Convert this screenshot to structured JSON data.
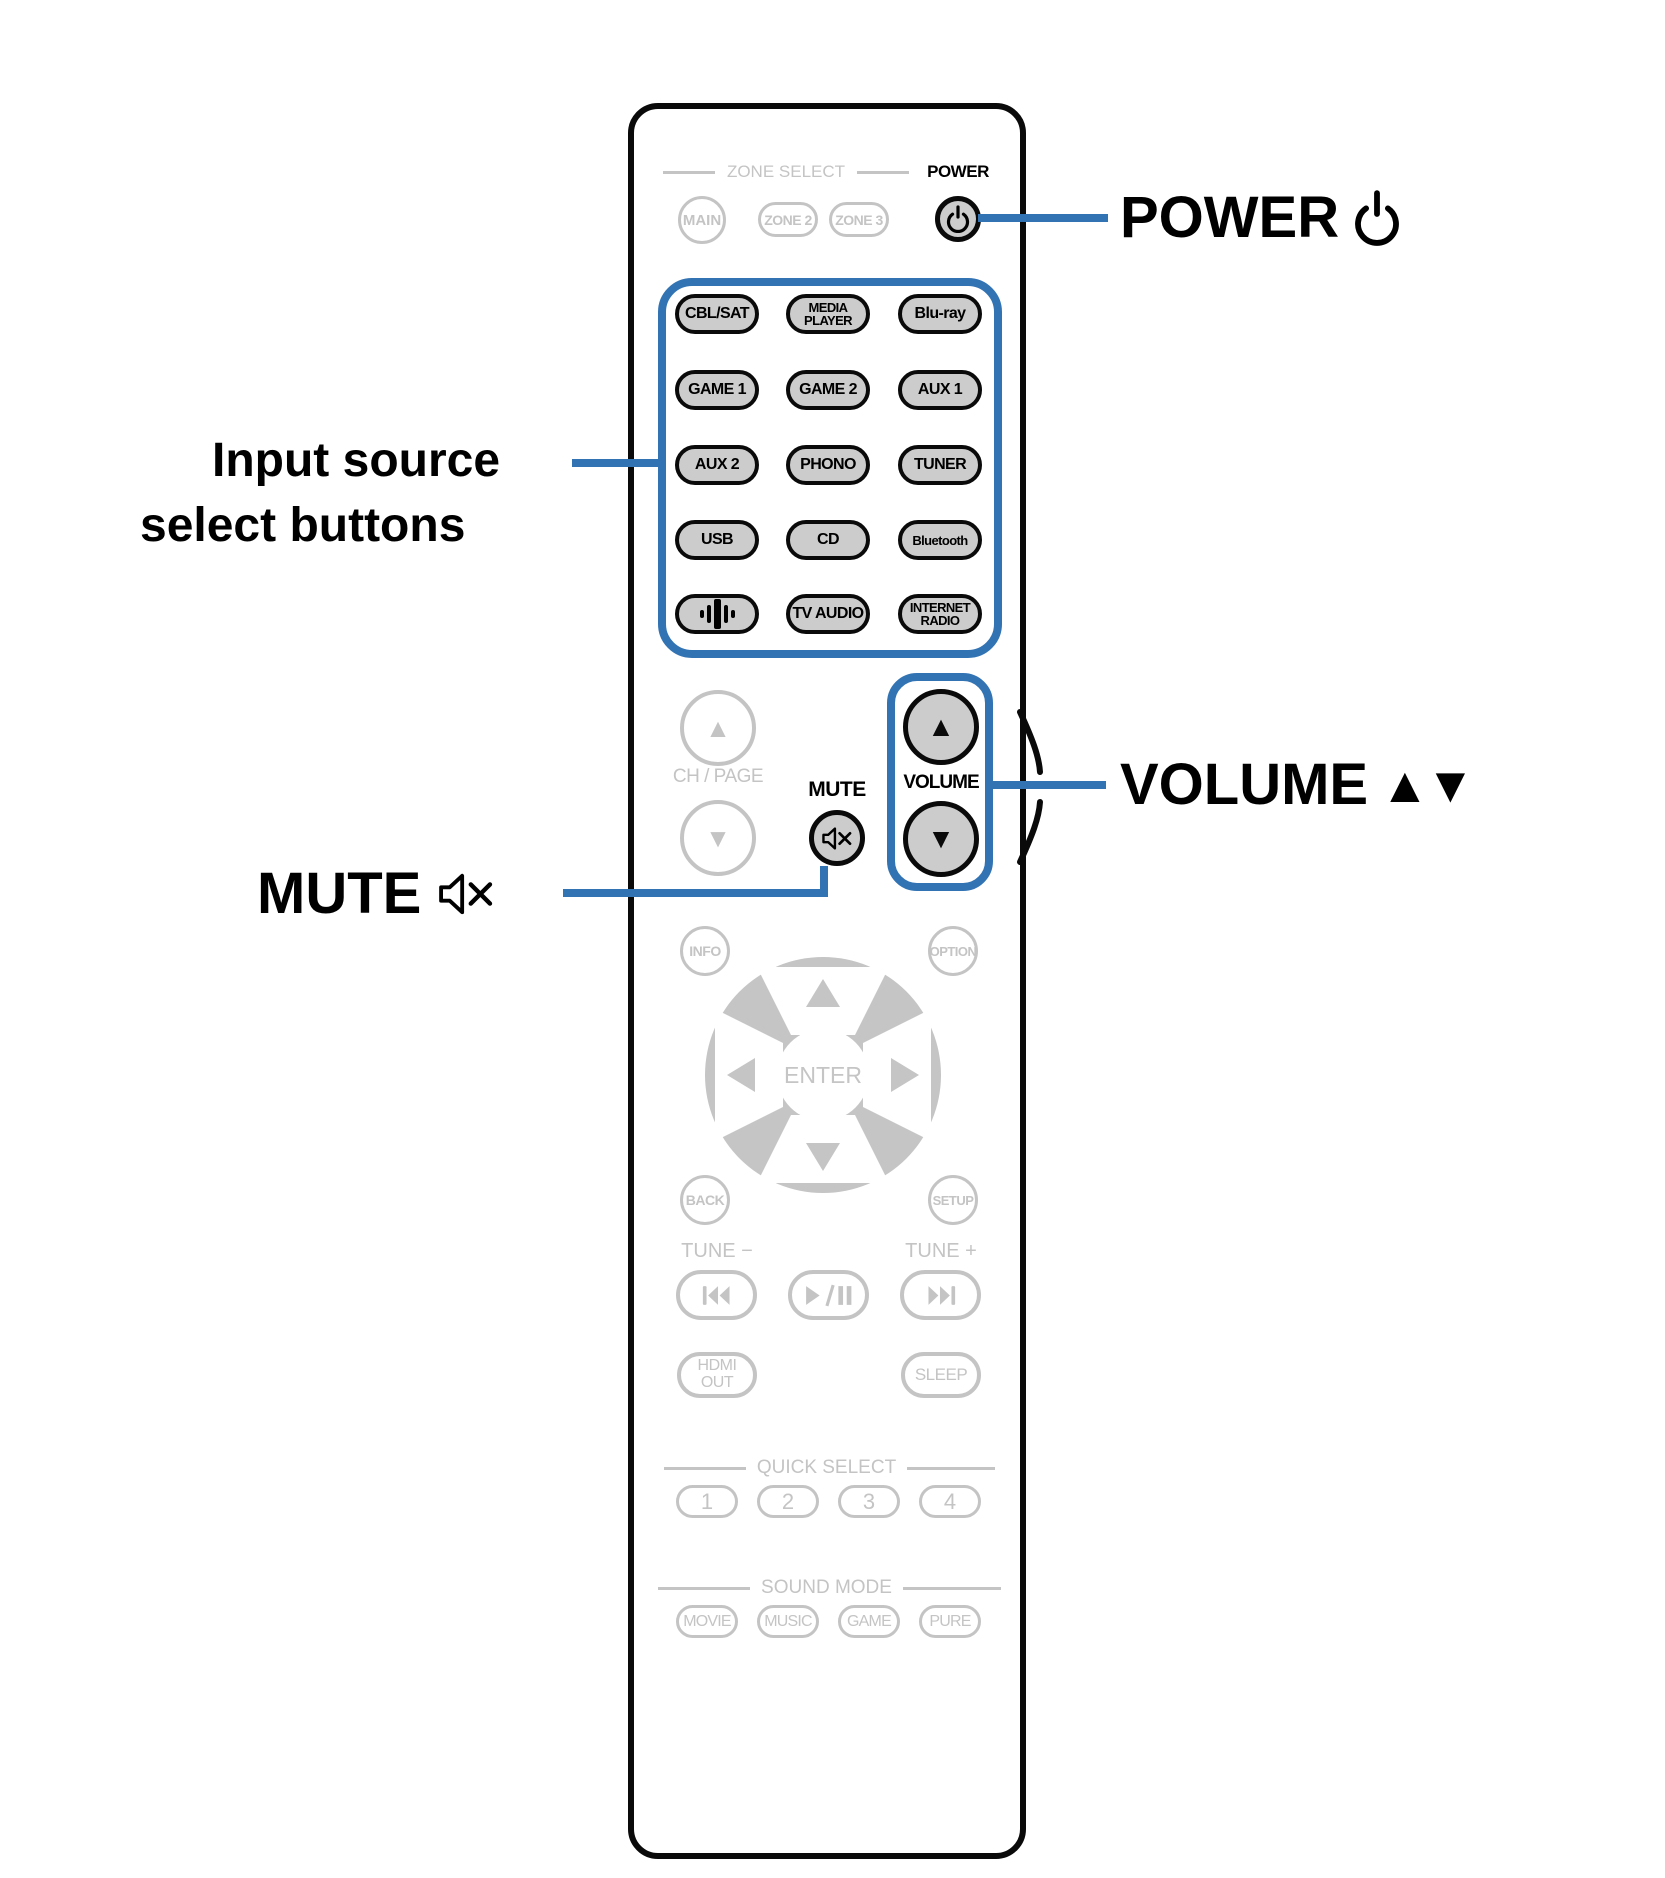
{
  "colors": {
    "accent": "#3273b4",
    "inactive": "#c4c4c4",
    "key_fill": "#cccccc"
  },
  "callouts": {
    "power_label": "POWER",
    "input_line1": "Input source",
    "input_line2": "select buttons",
    "volume_label": "VOLUME",
    "volume_arrows": "▲▼",
    "mute_label": "MUTE"
  },
  "remote": {
    "zone_header": "ZONE SELECT",
    "zone_main": "MAIN",
    "zone_2": "ZONE 2",
    "zone_3": "ZONE 3",
    "power_label": "POWER",
    "input_buttons": [
      {
        "name": "input-cbl-sat",
        "label": "CBL/SAT"
      },
      {
        "name": "input-media-player",
        "label": "MEDIA\nPLAYER"
      },
      {
        "name": "input-blu-ray",
        "label": "Blu-ray"
      },
      {
        "name": "input-game1",
        "label": "GAME 1"
      },
      {
        "name": "input-game2",
        "label": "GAME 2"
      },
      {
        "name": "input-aux1",
        "label": "AUX 1"
      },
      {
        "name": "input-aux2",
        "label": "AUX 2"
      },
      {
        "name": "input-phono",
        "label": "PHONO"
      },
      {
        "name": "input-tuner",
        "label": "TUNER"
      },
      {
        "name": "input-usb",
        "label": "USB"
      },
      {
        "name": "input-cd",
        "label": "CD"
      },
      {
        "name": "input-bluetooth",
        "label": "Bluetooth"
      },
      {
        "name": "input-heos",
        "icon": "heos-icon",
        "label": ""
      },
      {
        "name": "input-tv-audio",
        "label": "TV AUDIO"
      },
      {
        "name": "input-internet-radio",
        "label": "INTERNET\nRADIO"
      }
    ],
    "ch_page_label": "CH / PAGE",
    "mute_label": "MUTE",
    "volume_label": "VOLUME",
    "info_label": "INFO",
    "option_label": "OPTION",
    "enter_label": "ENTER",
    "back_label": "BACK",
    "setup_label": "SETUP",
    "tune_minus": "TUNE −",
    "tune_plus": "TUNE +",
    "hdmi_label": "HDMI\nOUT",
    "sleep_label": "SLEEP",
    "quick_select_header": "QUICK SELECT",
    "quick_select_buttons": [
      "1",
      "2",
      "3",
      "4"
    ],
    "sound_mode_header": "SOUND MODE",
    "sound_mode_buttons": [
      "MOVIE",
      "MUSIC",
      "GAME",
      "PURE"
    ]
  }
}
